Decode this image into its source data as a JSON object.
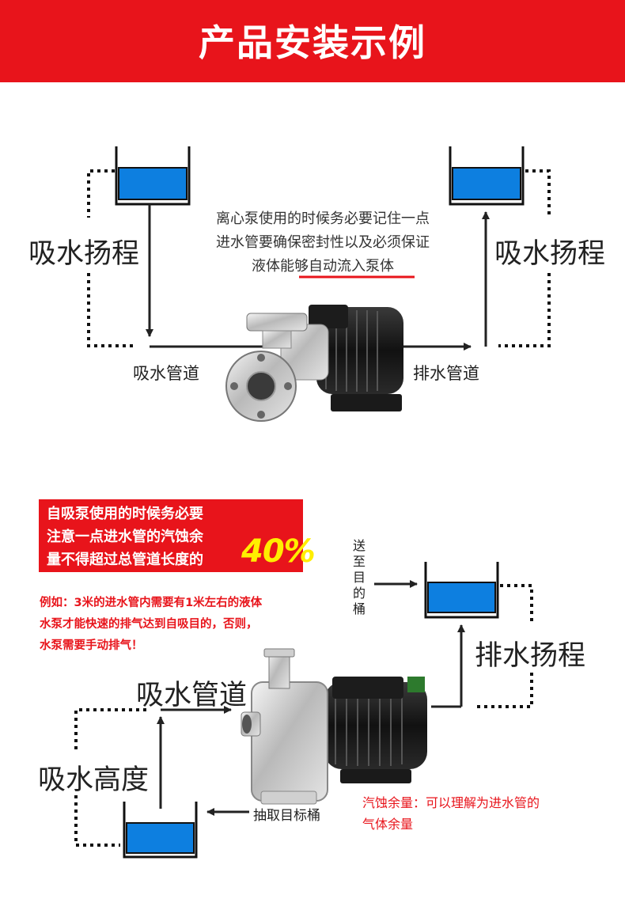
{
  "banner": {
    "title": "产品安装示例"
  },
  "top": {
    "suction_lift": "吸水扬程",
    "discharge_lift": "吸水扬程",
    "suction_pipe": "吸水管道",
    "discharge_pipe": "排水管道",
    "note": [
      "离心泵使用的时候务必要记住一点",
      "进水管要确保密封性以及必须保证",
      "液体能够",
      "自动流入泵体"
    ]
  },
  "bottom": {
    "warning": [
      "自吸泵使用的时候务必要",
      "注意一点进水管的汽蚀余",
      "量不得超过总管道长度的"
    ],
    "warning_highlight": "40%",
    "example": [
      "例如：3米的进水管内需要有1米左右的液体",
      "水泵才能快速的排气达到自吸目的，否则，",
      "水泵需要手动排气！"
    ],
    "send_to_bucket": "送至目的桶",
    "discharge_lift": "排水扬程",
    "suction_pipe": "吸水管道",
    "suction_height": "吸水高度",
    "draw_bucket": "抽取目标桶",
    "cavitation_note": [
      "汽蚀余量：可以理解为进水管的",
      "气体余量"
    ]
  },
  "colors": {
    "brand_red": "#e8141b",
    "water_blue": "#0d7fe0",
    "highlight_yellow": "#ffee00"
  }
}
